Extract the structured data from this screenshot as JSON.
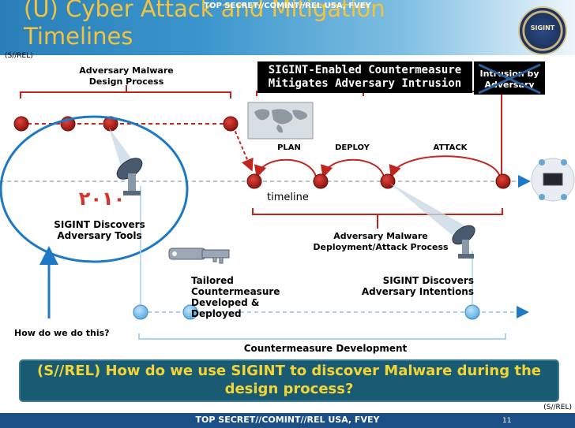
{
  "header": {
    "title": "(U) Cyber Attack and Mitigation Timelines",
    "classification": "TOP SECRET//COMINT//REL USA, FVEY",
    "seal_text": "SIGINT"
  },
  "portion_marking_top": "(S//REL)",
  "diagram": {
    "design_process_label": "Adversary Malware Design Process",
    "mitigates_label": "SIGINT-Enabled Countermeasure Mitigates Adversary Intrusion",
    "intrusion_label": "Intrusion by Adversary",
    "phases": [
      "PLAN",
      "DEPLOY",
      "ATTACK"
    ],
    "timeline_label": "timeline",
    "arabic_text": "٢٠١٠",
    "sigint_tools_label": "SIGINT Discovers Adversary Tools",
    "deployment_label": "Adversary Malware Deployment/Attack Process",
    "tailored_label": "Tailored Countermeasure Developed & Deployed",
    "intentions_label": "SIGINT Discovers Adversary Intentions",
    "question_label": "How do we do this?",
    "countermeasure_label": "Countermeasure Development"
  },
  "banner_text": "(S//REL) How do we use SIGINT to discover Malware during the design process?",
  "portion_marking_bottom": "(S//REL)",
  "footer": {
    "classification": "TOP SECRET//COMINT//REL USA, FVEY",
    "page_number": "11"
  },
  "colors": {
    "node_red": "#b01f18",
    "node_blue": "#7ec3ef",
    "line_red": "#c0261e",
    "circle_blue": "#1d79c4",
    "title_gold": "#f5c33b",
    "banner_teal": "#1a5b74"
  }
}
